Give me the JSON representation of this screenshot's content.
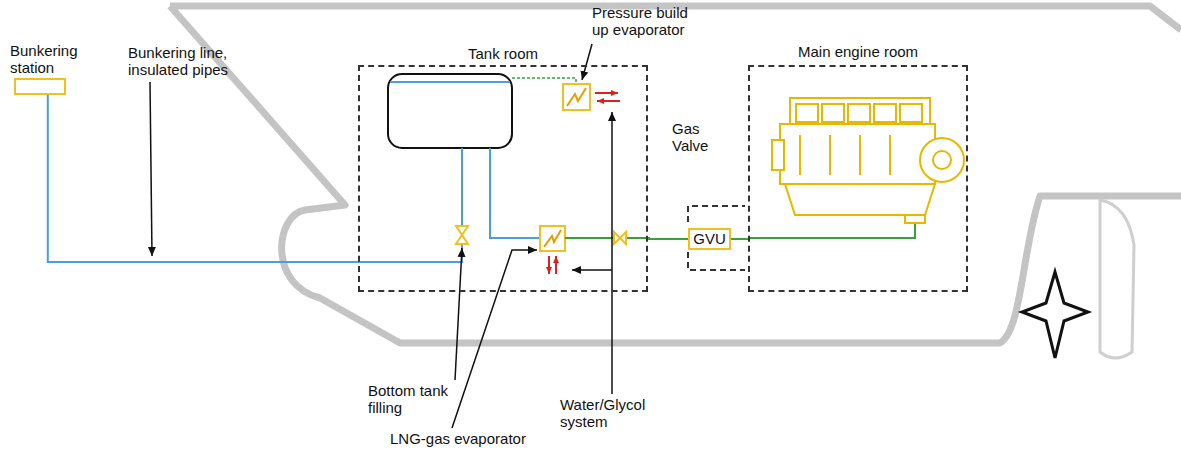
{
  "diagram": {
    "nodes": [
      {
        "text": [
          "Bunkering station"
        ]
      },
      {
        "text": [
          "Tank room"
        ]
      },
      {
        "text": [
          "Main engine room"
        ]
      },
      {
        "text": [
          "GVU"
        ]
      }
    ],
    "edges": [
      {
        "from": 0,
        "to": 1,
        "arrow": "none"
      },
      {
        "from": 1,
        "to": 3,
        "arrow": "none"
      },
      {
        "from": 3,
        "to": 2,
        "arrow": "none"
      }
    ],
    "labels": [
      "Pressure build up evaporator",
      "Bunkering line, insulated pipes",
      "Gas Valve",
      "Bottom tank filling",
      "Water/Glycol system",
      "LNG-gas evaporator"
    ]
  }
}
